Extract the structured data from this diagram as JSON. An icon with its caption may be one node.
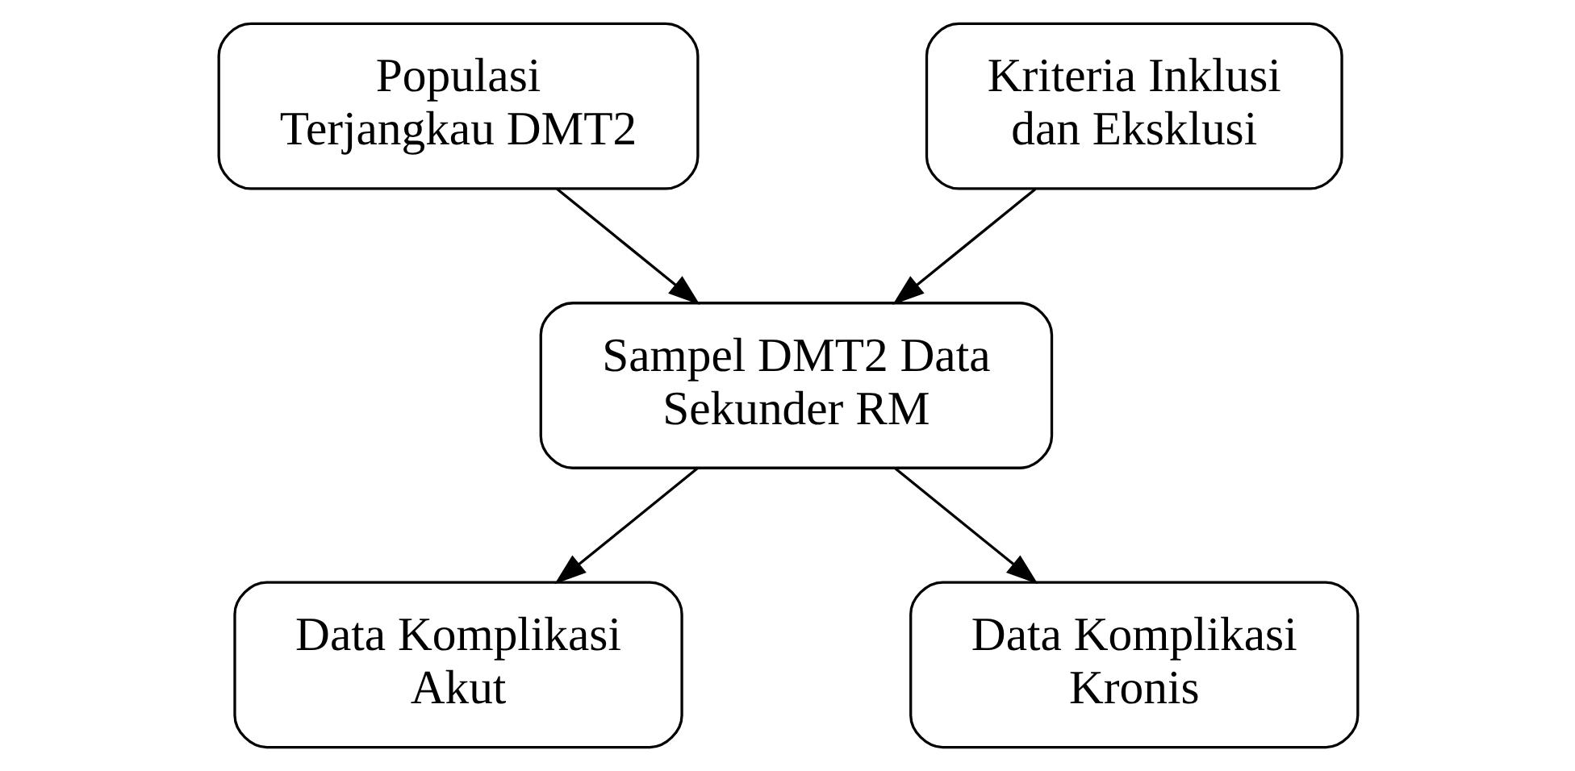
{
  "diagram": {
    "nodes": [
      {
        "text": [
          "Populasi Terjangkau DMT2"
        ]
      },
      {
        "text": [
          "Kriteria Inklusi dan Eksklusi"
        ]
      },
      {
        "text": [
          "Sampel DMT2 Data Sekunder RM"
        ]
      },
      {
        "text": [
          "Data Komplikasi Akut"
        ]
      },
      {
        "text": [
          "Data Komplikasi Kronis"
        ]
      }
    ],
    "edges": [
      {
        "from": 0,
        "to": 2,
        "arrow": "to"
      },
      {
        "from": 1,
        "to": 2,
        "arrow": "to"
      },
      {
        "from": 2,
        "to": 3,
        "arrow": "to"
      },
      {
        "from": 2,
        "to": 4,
        "arrow": "to"
      }
    ]
  }
}
